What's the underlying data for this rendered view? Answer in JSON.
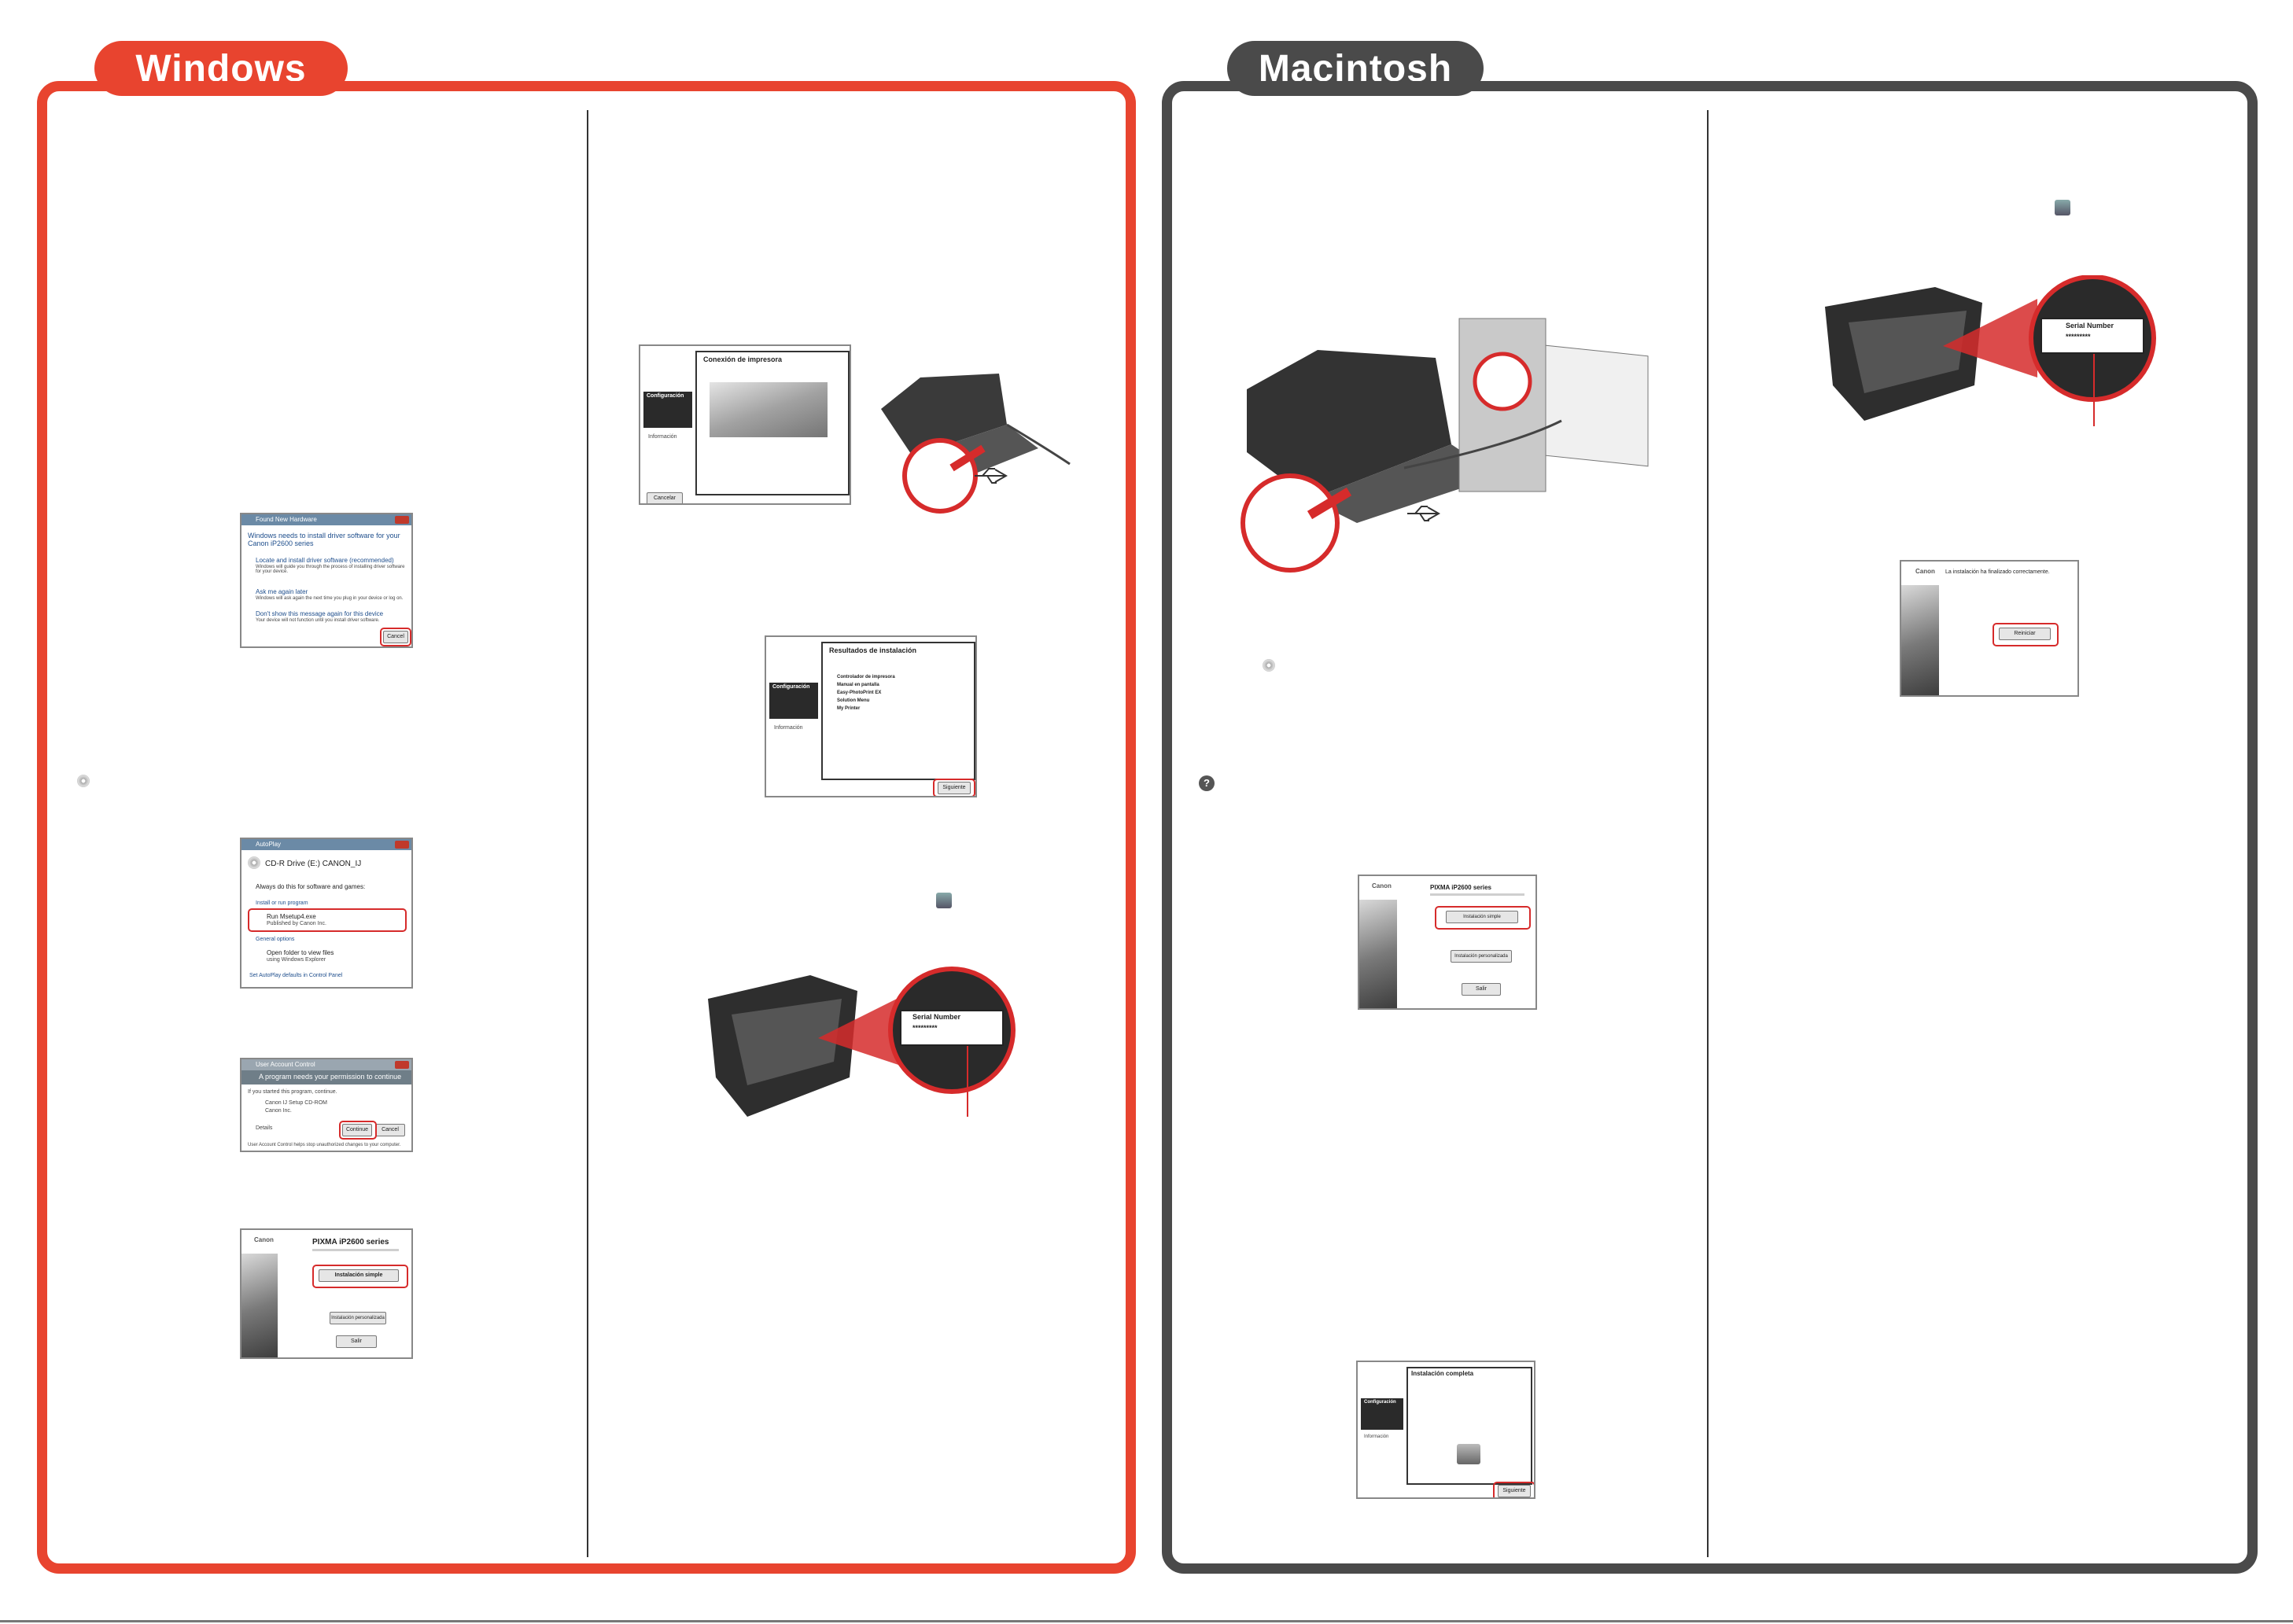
{
  "tabs": {
    "windows": "Windows",
    "mac": "Macintosh"
  },
  "found_new_hardware": {
    "title": "Found New Hardware",
    "heading": "Windows needs to install driver software for your Canon iP2600 series",
    "options": [
      {
        "label": "Locate and install driver software (recommended)",
        "desc": "Windows will guide you through the process of installing driver software for your device."
      },
      {
        "label": "Ask me again later",
        "desc": "Windows will ask again the next time you plug in your device or log on."
      },
      {
        "label": "Don't show this message again for this device",
        "desc": "Your device will not function until you install driver software."
      }
    ],
    "cancel": "Cancel"
  },
  "autoplay": {
    "title": "AutoPlay",
    "drive": "CD-R Drive (E:) CANON_IJ",
    "always": "Always do this for software and games:",
    "install_header": "Install or run program",
    "run_label": "Run Msetup4.exe",
    "run_publisher": "Published by Canon Inc.",
    "general": "General options",
    "open_folder": "Open folder to view files",
    "open_folder_sub": "using Windows Explorer",
    "defaults": "Set AutoPlay defaults in Control Panel"
  },
  "uac": {
    "title": "User Account Control",
    "banner": "A program needs your permission to continue",
    "started": "If you started this program, continue.",
    "program": "Canon IJ Setup CD-ROM",
    "company": "Canon Inc.",
    "details": "Details",
    "continue": "Continue",
    "cancel": "Cancel",
    "footer": "User Account Control helps stop unauthorized changes to your computer."
  },
  "pixma_win": {
    "brand": "Canon",
    "title": "PIXMA iP2600 series",
    "easy": "Instalación simple",
    "custom": "Instalación personalizada",
    "exit": "Salir"
  },
  "conexion": {
    "heading": "Conexión de impresora",
    "side_config": "Configuración",
    "side_info": "Información",
    "cancel": "Cancelar"
  },
  "resultados": {
    "heading": "Resultados de instalación",
    "side_config": "Configuración",
    "side_info": "Información",
    "items": [
      "Controlador de impresora",
      "Manual en pantalla",
      "Easy-PhotoPrint EX",
      "Solution Menu",
      "My Printer"
    ],
    "next": "Siguiente"
  },
  "serial": {
    "label": "Serial Number",
    "stars": "*********"
  },
  "pixma_mac": {
    "brand": "Canon",
    "title": "PIXMA iP2600 series",
    "easy": "Instalación simple",
    "custom": "Instalación personalizada",
    "exit": "Salir"
  },
  "completa": {
    "heading": "Instalación completa",
    "side_config": "Configuración",
    "side_info": "Información",
    "next": "Siguiente"
  },
  "finalizado": {
    "brand": "Canon",
    "message": "La instalación ha finalizado correctamente.",
    "restart": "Reiniciar"
  },
  "icons": [
    "cd-icon",
    "usb-icon",
    "help-icon",
    "printer-icon"
  ]
}
